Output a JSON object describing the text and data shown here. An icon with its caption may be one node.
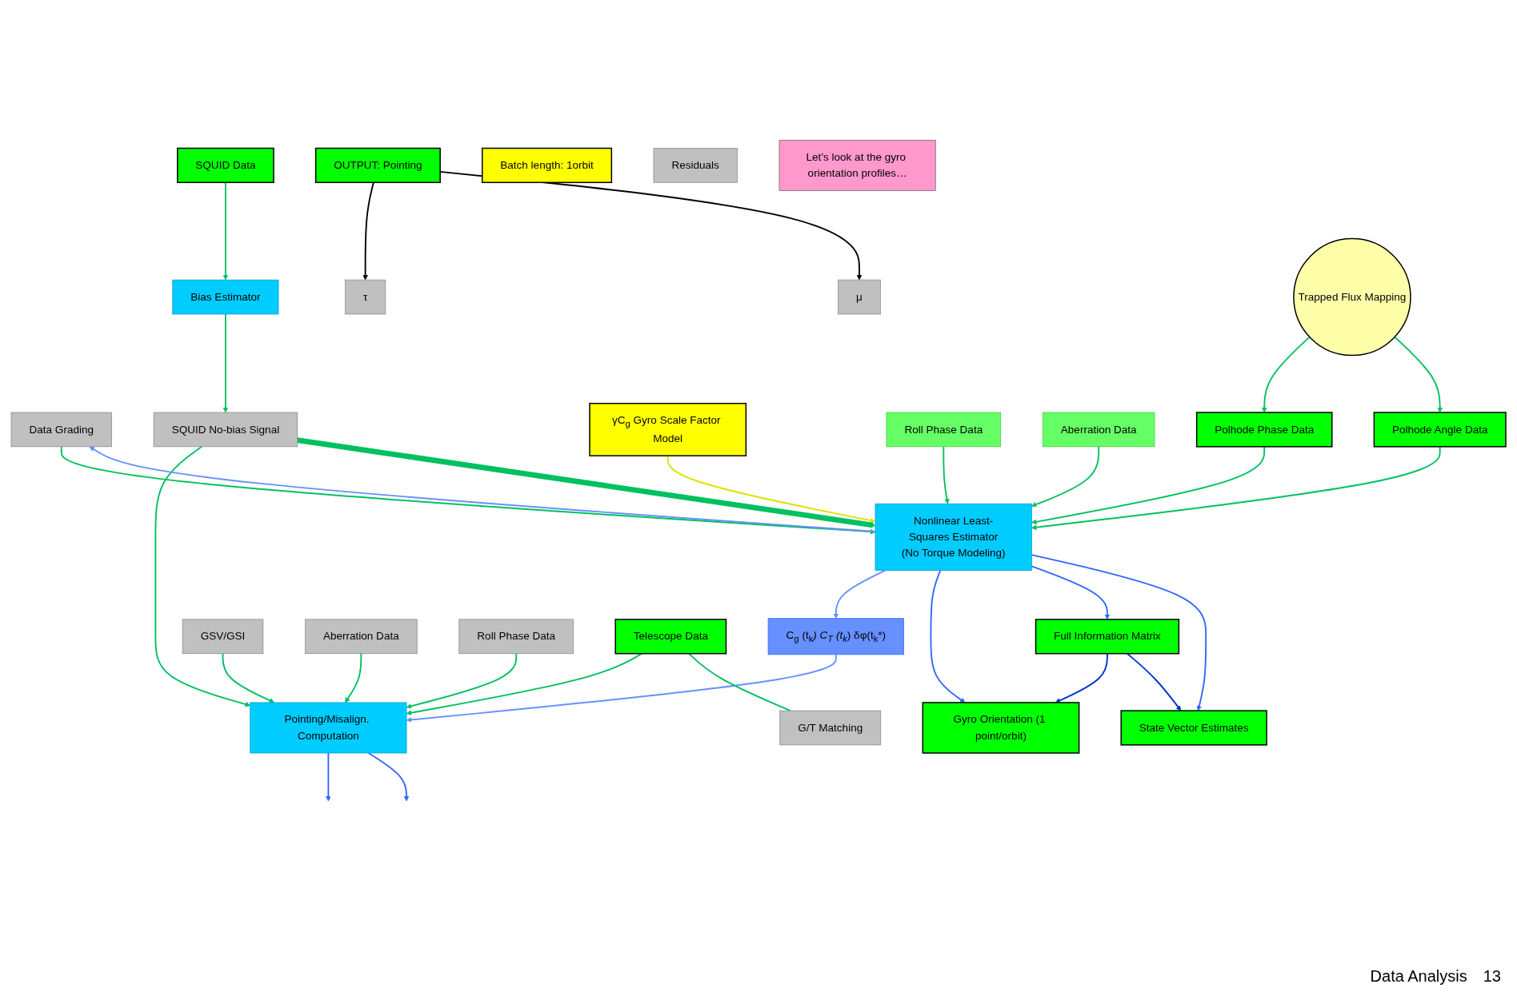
{
  "diagram": {
    "nodes": [
      {
        "text": [
          "SQUID Data"
        ]
      },
      {
        "text": [
          "Bias Estimator"
        ]
      },
      {
        "text": [
          "GSV/GSI"
        ]
      },
      {
        "text": [
          "OUTPUT: Pointing"
        ]
      },
      {
        "text": [
          "Batch length: 1orbit"
        ]
      },
      {
        "text": [
          "Aberration Data"
        ]
      },
      {
        "text": [
          "Roll Phase Data"
        ]
      },
      {
        "text": [
          "τ"
        ]
      },
      {
        "text": [
          "SQUID No-bias Signal"
        ]
      },
      {
        "text": [
          "Pointing/Misalign. Computation"
        ]
      },
      {
        "text": [
          "μ"
        ]
      },
      {
        "text": [
          "γC$_{g}$ Gyro Scale Factor Model"
        ]
      },
      {
        "text": [
          "Roll Phase Data"
        ]
      },
      {
        "text": [
          "Aberration Data"
        ]
      },
      {
        "text": [
          "Telescope Data"
        ]
      },
      {
        "text": [
          "G/T Matching"
        ]
      },
      {
        "text": [
          "C$_{g}$ (t$_{k}$*) C$_{T}$ (t$_{k}$*) δφ(t$_{k}$*)"
        ]
      },
      {
        "text": [
          "Trapped Flux Mapping"
        ]
      },
      {
        "text": [
          "Polhode Phase Data"
        ]
      },
      {
        "text": [
          "Polhode Angle Data"
        ]
      },
      {
        "text": [
          "Nonlinear Least-Squares Estimator",
          "(No Torque Modeling)"
        ]
      },
      {
        "text": [
          "Data Grading"
        ]
      },
      {
        "text": [
          "Residuals"
        ]
      },
      {
        "text": [
          "Let’s look at the gyro orientation profiles…"
        ]
      },
      {
        "text": [
          "Gyro Orientation (1 point/orbit)"
        ]
      },
      {
        "text": [
          "Full Information Matrix"
        ]
      },
      {
        "text": [
          "State Vector Estimates"
        ]
      }
    ],
    "edges": [
      {
        "from": 0,
        "to": 1,
        "arrow": "to"
      },
      {
        "from": 1,
        "to": 8,
        "arrow": "to"
      },
      {
        "from": 8,
        "to": 9,
        "arrow": "to"
      },
      {
        "from": 5,
        "to": 9,
        "arrow": "to"
      },
      {
        "from": 2,
        "to": 9,
        "arrow": "to"
      },
      {
        "from": 6,
        "to": 9,
        "arrow": "to"
      },
      {
        "from": 14,
        "to": 9,
        "arrow": "to"
      },
      {
        "from": 3,
        "to": 7,
        "arrow": "to",
        "color": "#000000"
      },
      {
        "from": 3,
        "to": 10,
        "arrow": "to",
        "color": "#000000"
      },
      {
        "from": 9,
        "to": null,
        "arrow": "to",
        "color": "#3366ff"
      },
      {
        "from": 9,
        "to": null,
        "arrow": "to",
        "color": "#3366ff"
      },
      {
        "from": 16,
        "to": 9,
        "arrow": "to",
        "color": "#6690ff"
      },
      {
        "from": 11,
        "to": 20,
        "arrow": "to",
        "color": "#e0e000"
      },
      {
        "from": 12,
        "to": 20,
        "arrow": "to"
      },
      {
        "from": 13,
        "to": 20,
        "arrow": "to"
      },
      {
        "from": 8,
        "to": 20,
        "arrow": "to",
        "style": "thick"
      },
      {
        "from": 14,
        "to": 15,
        "arrow": "none"
      },
      {
        "from": 20,
        "to": 16,
        "arrow": "to",
        "color": "#6690ff"
      },
      {
        "from": 21,
        "to": 20,
        "arrow": "to"
      },
      {
        "from": 20,
        "to": 21,
        "arrow": "to",
        "color": "#6690ff"
      },
      {
        "from": 17,
        "to": 18,
        "arrow": "to"
      },
      {
        "from": 17,
        "to": 19,
        "arrow": "to"
      },
      {
        "from": 18,
        "to": 20,
        "arrow": "to"
      },
      {
        "from": 19,
        "to": 20,
        "arrow": "to"
      },
      {
        "from": 20,
        "to": 24,
        "arrow": "to",
        "color": "#3366ff"
      },
      {
        "from": 20,
        "to": 25,
        "arrow": "to",
        "color": "#3366ff"
      },
      {
        "from": 20,
        "to": 26,
        "arrow": "to",
        "color": "#3366ff"
      },
      {
        "from": 25,
        "to": 24,
        "arrow": "to",
        "color": "#0033cc"
      },
      {
        "from": 25,
        "to": 26,
        "arrow": "to",
        "color": "#0033cc"
      }
    ],
    "labels": [
      "Data Analysis",
      "13"
    ]
  }
}
